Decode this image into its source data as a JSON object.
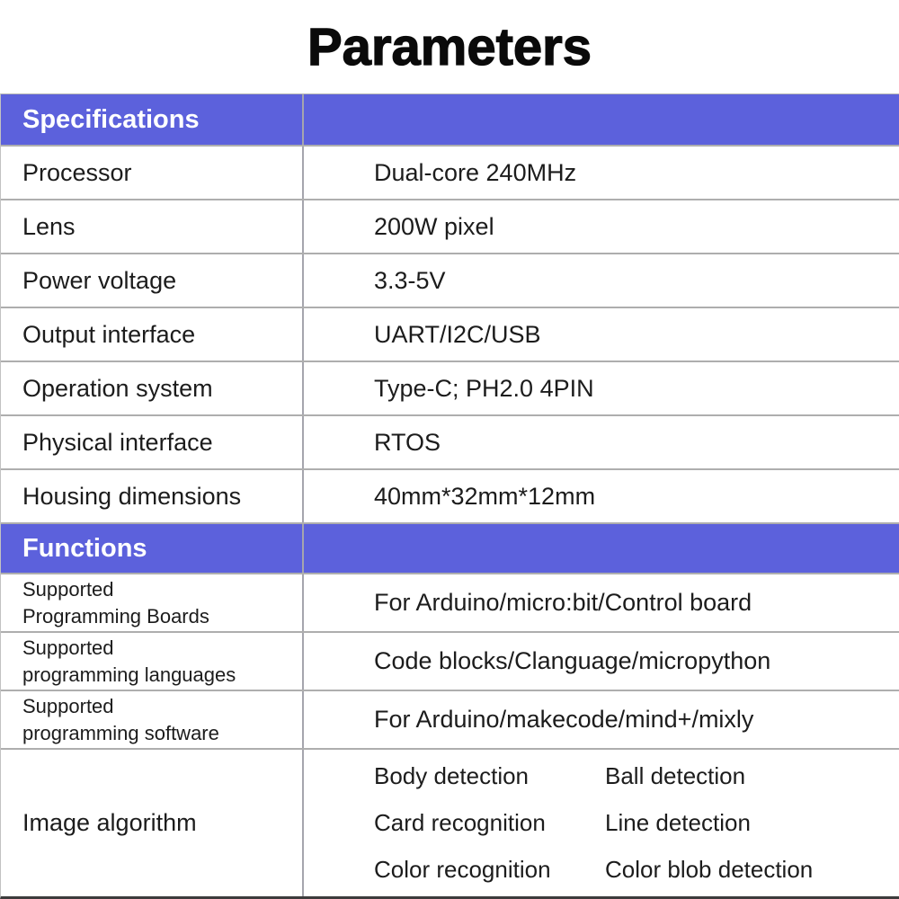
{
  "title": "Parameters",
  "colors": {
    "header_bg": "#5c61dc",
    "header_text": "#ffffff",
    "row_border": "#aeaeae",
    "bottom_border": "#3c3c3c",
    "text": "#1c1c1c"
  },
  "table": {
    "sections": [
      {
        "header": "Specifications",
        "rows": [
          {
            "label": "Processor",
            "value": "Dual-core 240MHz"
          },
          {
            "label": "Lens",
            "value": "200W pixel"
          },
          {
            "label": "Power voltage",
            "value": "3.3-5V"
          },
          {
            "label": "Output interface",
            "value": "UART/I2C/USB"
          },
          {
            "label": "Operation system",
            "value": "Type-C; PH2.0 4PIN"
          },
          {
            "label": "Physical interface",
            "value": "RTOS"
          },
          {
            "label": "Housing dimensions",
            "value": "40mm*32mm*12mm"
          }
        ]
      },
      {
        "header": "Functions",
        "rows": [
          {
            "label": "Supported\nProgramming Boards",
            "value": "For Arduino/micro:bit/Control board"
          },
          {
            "label": "Supported\nprogramming languages",
            "value": "Code blocks/Clanguage/micropython"
          },
          {
            "label": "Supported\nprogramming software",
            "value": "For Arduino/makecode/mind+/mixly"
          }
        ]
      }
    ],
    "image_algorithm": {
      "label": "Image algorithm",
      "items": [
        [
          "Body detection",
          "Ball detection"
        ],
        [
          "Card recognition",
          "Line detection"
        ],
        [
          "Color recognition",
          "Color blob detection"
        ]
      ]
    }
  }
}
